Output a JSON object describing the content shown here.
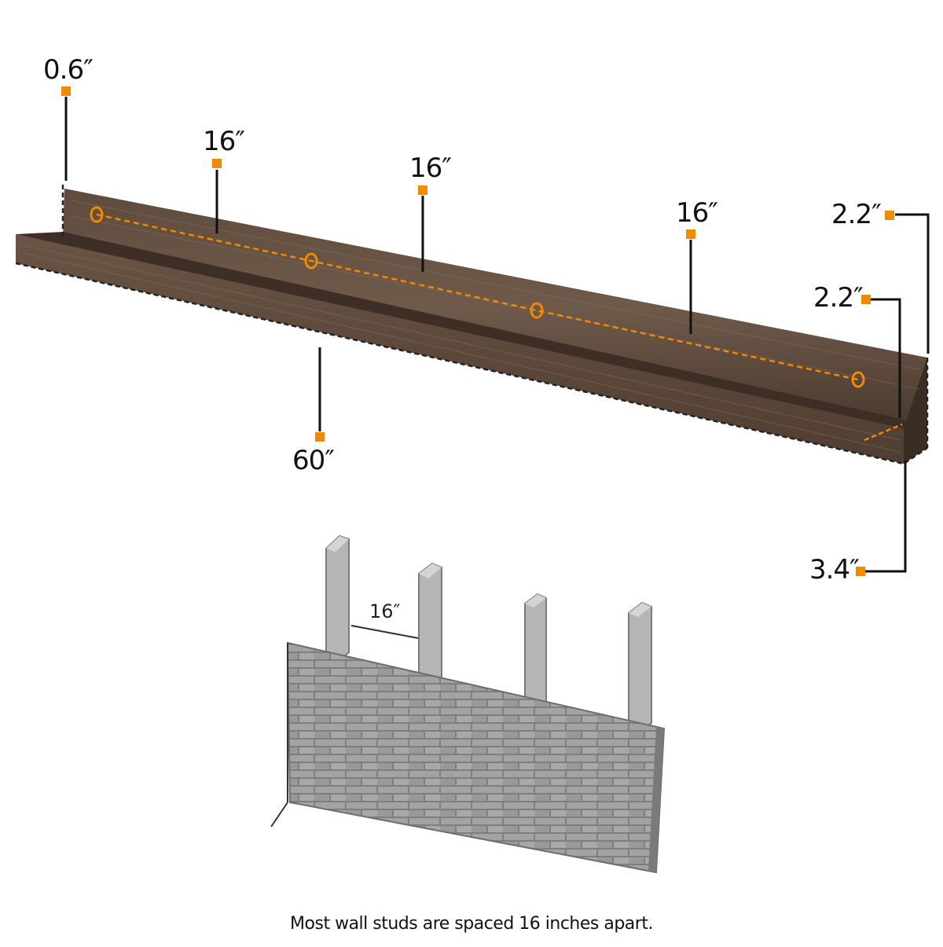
{
  "dimensions": {
    "depth_top": "0.6″",
    "stud_spacing_1": "16″",
    "stud_spacing_2": "16″",
    "stud_spacing_3": "16″",
    "back_height": "2.2″",
    "lip_height": "2.2″",
    "shelf_depth": "3.4″",
    "length": "60″"
  },
  "wall": {
    "stud_gap_label": "16″"
  },
  "caption": "Most wall studs are spaced 16 inches apart.",
  "colors": {
    "accent": "#f28a00",
    "wood_dark": "#4b3a2e",
    "wood_mid": "#6a5646",
    "brick": "#9c9c9c",
    "stud": "#b8b8b8",
    "line": "#111111"
  },
  "icons": [
    "mounting-hole-icon",
    "dimension-marker-icon"
  ]
}
